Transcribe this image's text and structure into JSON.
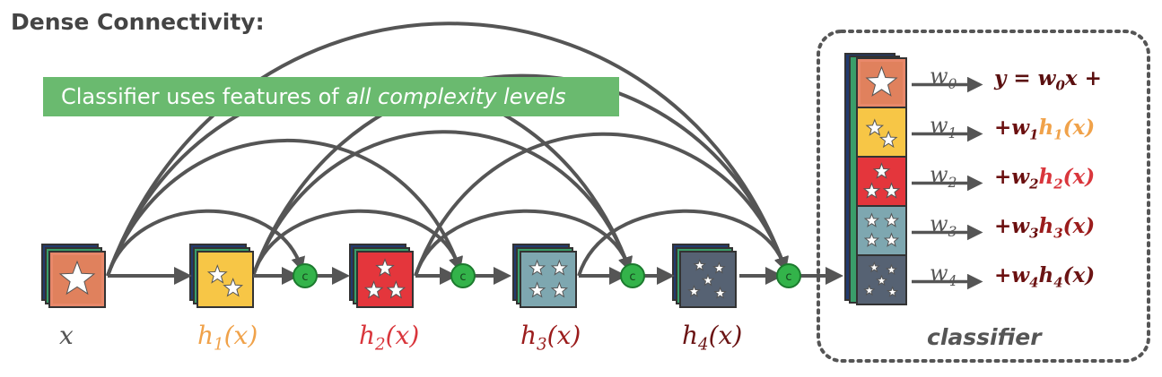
{
  "title": "Dense Connectivity:",
  "banner": {
    "text_plain": "Classifier uses features of ",
    "text_italic": "all complexity levels"
  },
  "colors": {
    "input": "#e8886a",
    "h1": "#f7c646",
    "h2": "#e4363c",
    "h3": "#7ea7b0",
    "h4": "#566273",
    "concat": "#33b34a",
    "arrows": "#555555",
    "banner": "#6aba6f"
  },
  "feature_labels": [
    {
      "base": "x",
      "sub": "",
      "color": "#555555"
    },
    {
      "base": "h",
      "sub": "1",
      "tail": "(x)",
      "color": "#f0a24a"
    },
    {
      "base": "h",
      "sub": "2",
      "tail": "(x)",
      "color": "#d9363c"
    },
    {
      "base": "h",
      "sub": "3",
      "tail": "(x)",
      "color": "#9b1c1c"
    },
    {
      "base": "h",
      "sub": "4",
      "tail": "(x)",
      "color": "#6b1414"
    }
  ],
  "concat_symbol": "c",
  "classifier": {
    "label": "classifier",
    "weights": [
      "w",
      "w",
      "w",
      "w",
      "w"
    ],
    "weight_subs": [
      "0",
      "1",
      "2",
      "3",
      "4"
    ],
    "equation": [
      {
        "prefix": "y = w",
        "sub": "0",
        "mid": "x +",
        "fname": "",
        "fsub": "",
        "tail": "",
        "color": "#6b0f0f"
      },
      {
        "prefix": "+w",
        "sub": "1",
        "mid": "",
        "fname": "h",
        "fsub": "1",
        "tail": "(x)",
        "color": "#f0a24a"
      },
      {
        "prefix": "+w",
        "sub": "2",
        "mid": "",
        "fname": "h",
        "fsub": "2",
        "tail": "(x)",
        "color": "#d9363c"
      },
      {
        "prefix": "+w",
        "sub": "3",
        "mid": "",
        "fname": "h",
        "fsub": "3",
        "tail": "(x)",
        "color": "#9b1c1c"
      },
      {
        "prefix": "+w",
        "sub": "4",
        "mid": "",
        "fname": "h",
        "fsub": "4",
        "tail": "(x)",
        "color": "#6b1414"
      }
    ]
  }
}
